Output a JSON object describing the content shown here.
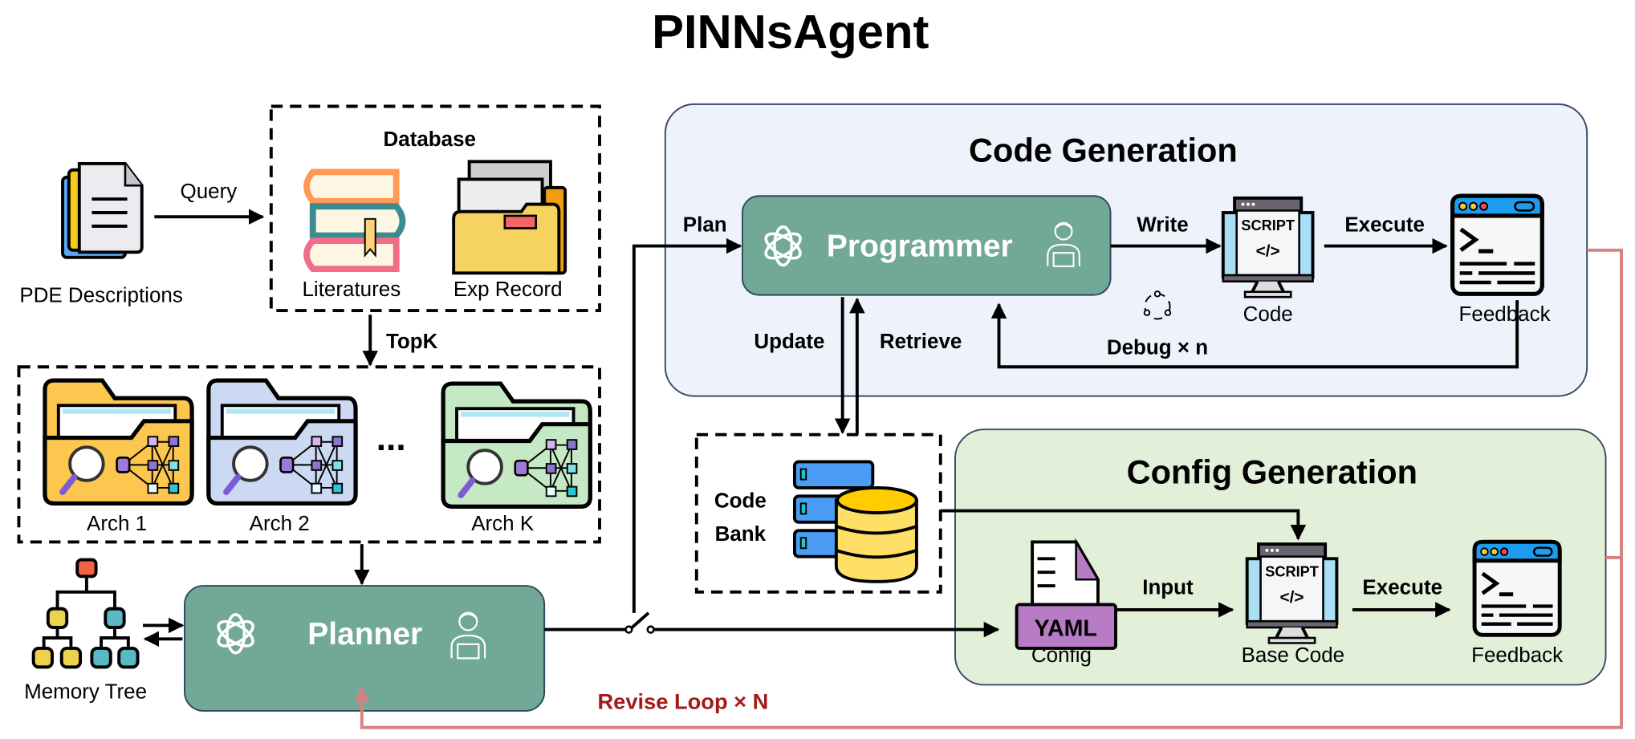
{
  "title": "PINNsAgent",
  "colors": {
    "agent_box": "#72a898",
    "code_generation_bg": "#eef2fa",
    "config_generation_bg": "#e2efd9",
    "revise_loop": "#a31a1a",
    "revise_line": "#d98080",
    "arch_1_folder": "#fcc64f",
    "arch_2_folder": "#cbdaf2",
    "arch_k_folder": "#c5e8c5"
  },
  "inputs": {
    "pde_label": "PDE Descriptions",
    "query_label": "Query"
  },
  "database": {
    "title": "Database",
    "items": [
      {
        "label": "Literatures",
        "icon": "books-icon"
      },
      {
        "label": "Exp Record",
        "icon": "folder-icon"
      }
    ],
    "topk_label": "TopK"
  },
  "architectures": {
    "items": [
      {
        "label": "Arch 1"
      },
      {
        "label": "Arch 2"
      },
      {
        "label": "Arch K"
      }
    ],
    "ellipsis": "..."
  },
  "planner": {
    "label": "Planner",
    "memory_label": "Memory Tree",
    "plan_label": "Plan"
  },
  "code_generation": {
    "title": "Code Generation",
    "programmer_label": "Programmer",
    "write_label": "Write",
    "execute_label": "Execute",
    "code_label": "Code",
    "feedback_label": "Feedback",
    "debug_label": "Debug × n",
    "script_icon_text": "SCRIPT",
    "script_icon_code": "</>"
  },
  "code_bank": {
    "line1": "Code",
    "line2": "Bank",
    "update_label": "Update",
    "retrieve_label": "Retrieve"
  },
  "config_generation": {
    "title": "Config Generation",
    "config_label": "Config",
    "yaml_icon_text": "YAML",
    "input_label": "Input",
    "base_code_label": "Base Code",
    "execute_label": "Execute",
    "feedback_label": "Feedback"
  },
  "revise_loop_label": "Revise Loop × N"
}
